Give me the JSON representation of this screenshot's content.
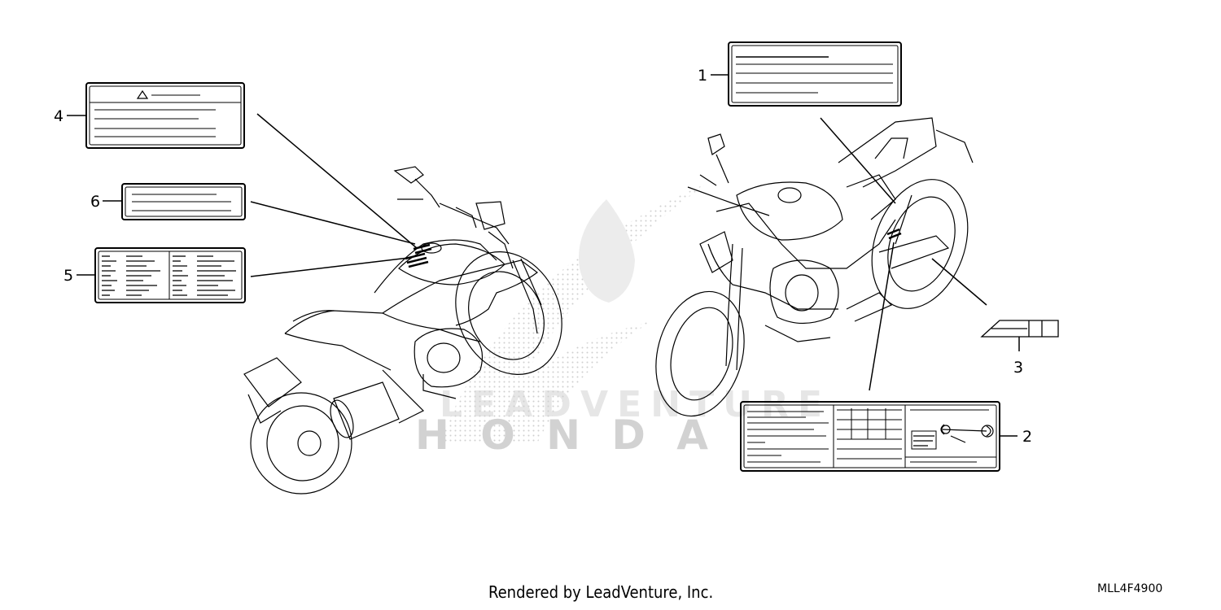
{
  "diagram": {
    "callouts": [
      {
        "id": "1",
        "label": "1"
      },
      {
        "id": "2",
        "label": "2"
      },
      {
        "id": "3",
        "label": "3"
      },
      {
        "id": "4",
        "label": "4"
      },
      {
        "id": "5",
        "label": "5"
      },
      {
        "id": "6",
        "label": "6"
      }
    ],
    "watermark_top": "LEADVENTURE",
    "watermark_bottom": "HONDA"
  },
  "footer": {
    "credit": "Rendered by LeadVenture, Inc.",
    "diagram_code": "MLL4F4900"
  },
  "colors": {
    "line": "#000000",
    "watermark": "#d2d2d2"
  }
}
